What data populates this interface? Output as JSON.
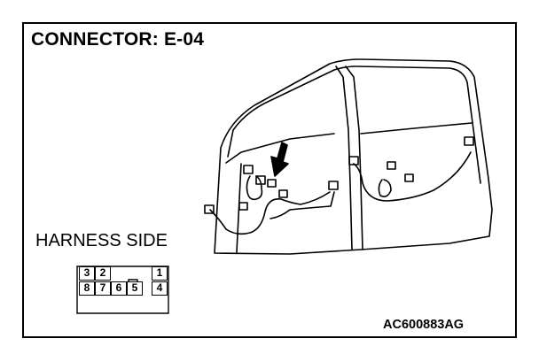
{
  "diagram": {
    "title": "CONNECTOR: E-04",
    "harness_label": "HARNESS SIDE",
    "code": "AC600883AG",
    "connector": {
      "top_row": [
        "3",
        "2",
        "1"
      ],
      "bottom_row": [
        "8",
        "7",
        "6",
        "5",
        "4"
      ]
    }
  }
}
